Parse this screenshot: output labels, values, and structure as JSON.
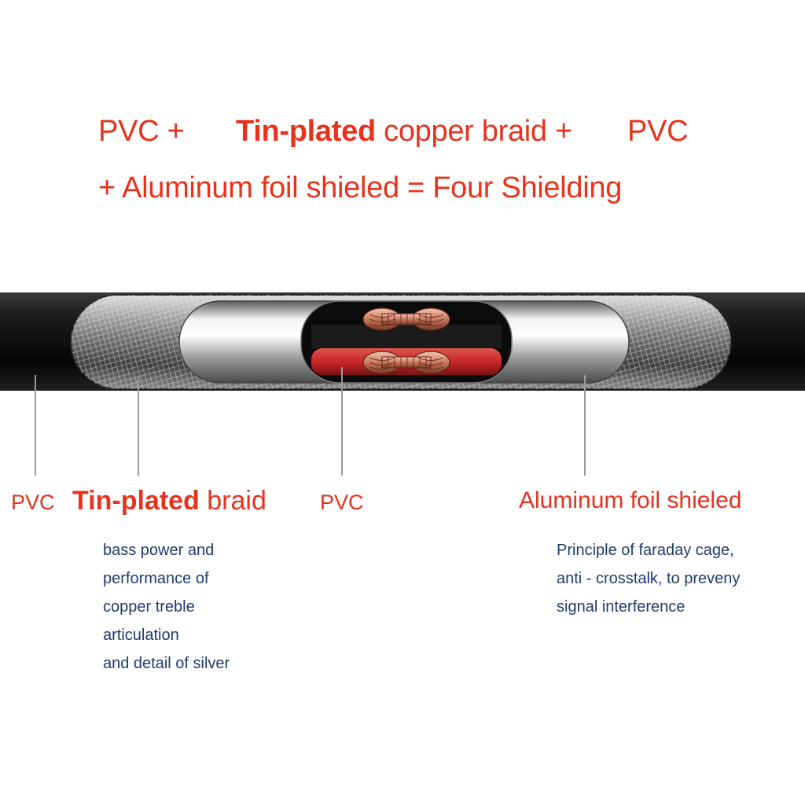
{
  "headline": {
    "line1_a": "PVC +",
    "line1_b_bold": "Tin-plated",
    "line1_b_rest": " copper braid +",
    "line1_c": "PVC",
    "line2": "+ Aluminum foil shieled = Four Shielding"
  },
  "labels": {
    "pvc_outer": "PVC",
    "tin_bold": "Tin-plated",
    "tin_rest": " braid",
    "pvc_inner": "PVC",
    "aluminum": "Aluminum foil shieled"
  },
  "descriptions": {
    "braid": [
      "bass power and",
      "performance of",
      "copper treble",
      "articulation",
      "and detail of silver"
    ],
    "aluminum": [
      "Principle of faraday cage,",
      "anti - crosstalk, to preveny",
      "signal interference"
    ]
  },
  "colors": {
    "red": "#e8321c",
    "blue": "#1e3a6e",
    "pointer": "#9a9a9a",
    "jacket": "#111111",
    "conductor": "#d4423a"
  }
}
